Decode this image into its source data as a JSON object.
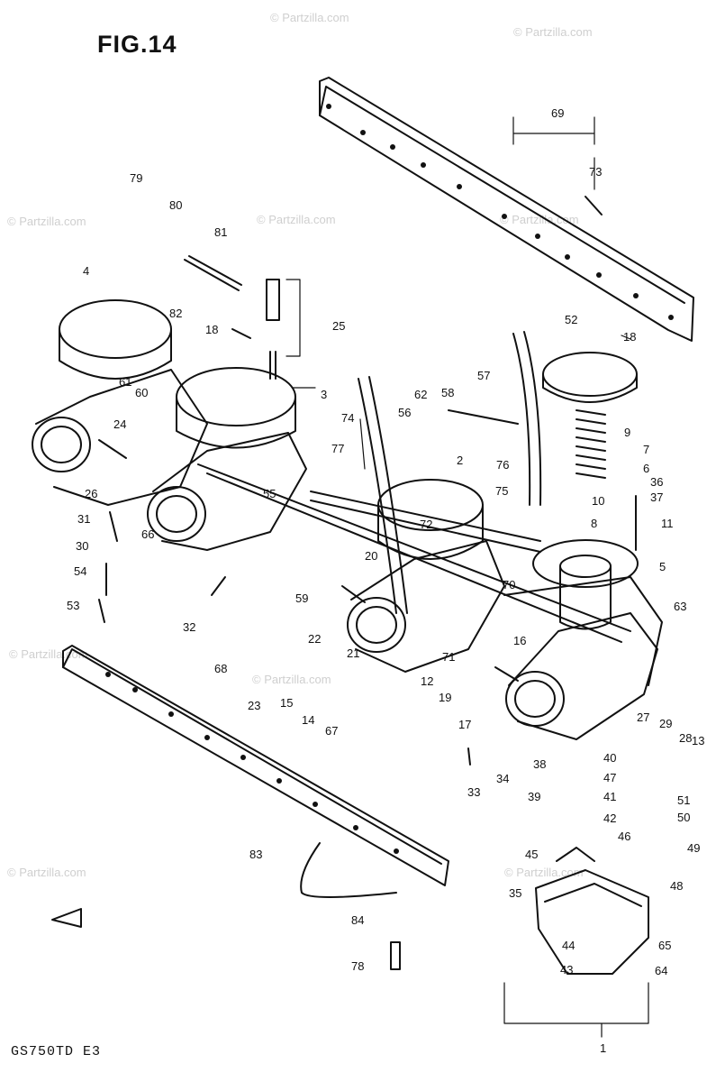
{
  "figure_title": "FIG.14",
  "model_code": "GS750TD  E3",
  "watermark": "© Partzilla.com",
  "callouts": [
    "69",
    "73",
    "79",
    "80",
    "81",
    "4",
    "82",
    "18",
    "25",
    "3",
    "61",
    "60",
    "24",
    "26",
    "31",
    "30",
    "54",
    "53",
    "66",
    "32",
    "68",
    "23",
    "15",
    "14",
    "67",
    "59",
    "22",
    "21",
    "20",
    "55",
    "77",
    "74",
    "56",
    "62",
    "58",
    "57",
    "52",
    "18",
    "9",
    "7",
    "6",
    "36",
    "37",
    "10",
    "8",
    "11",
    "76",
    "2",
    "75",
    "72",
    "70",
    "71",
    "12",
    "19",
    "16",
    "17",
    "34",
    "33",
    "38",
    "40",
    "47",
    "39",
    "41",
    "42",
    "46",
    "51",
    "50",
    "49",
    "27",
    "29",
    "28",
    "13",
    "63",
    "5",
    "45",
    "48",
    "35",
    "44",
    "65",
    "43",
    "64",
    "1",
    "83",
    "84",
    "78"
  ]
}
